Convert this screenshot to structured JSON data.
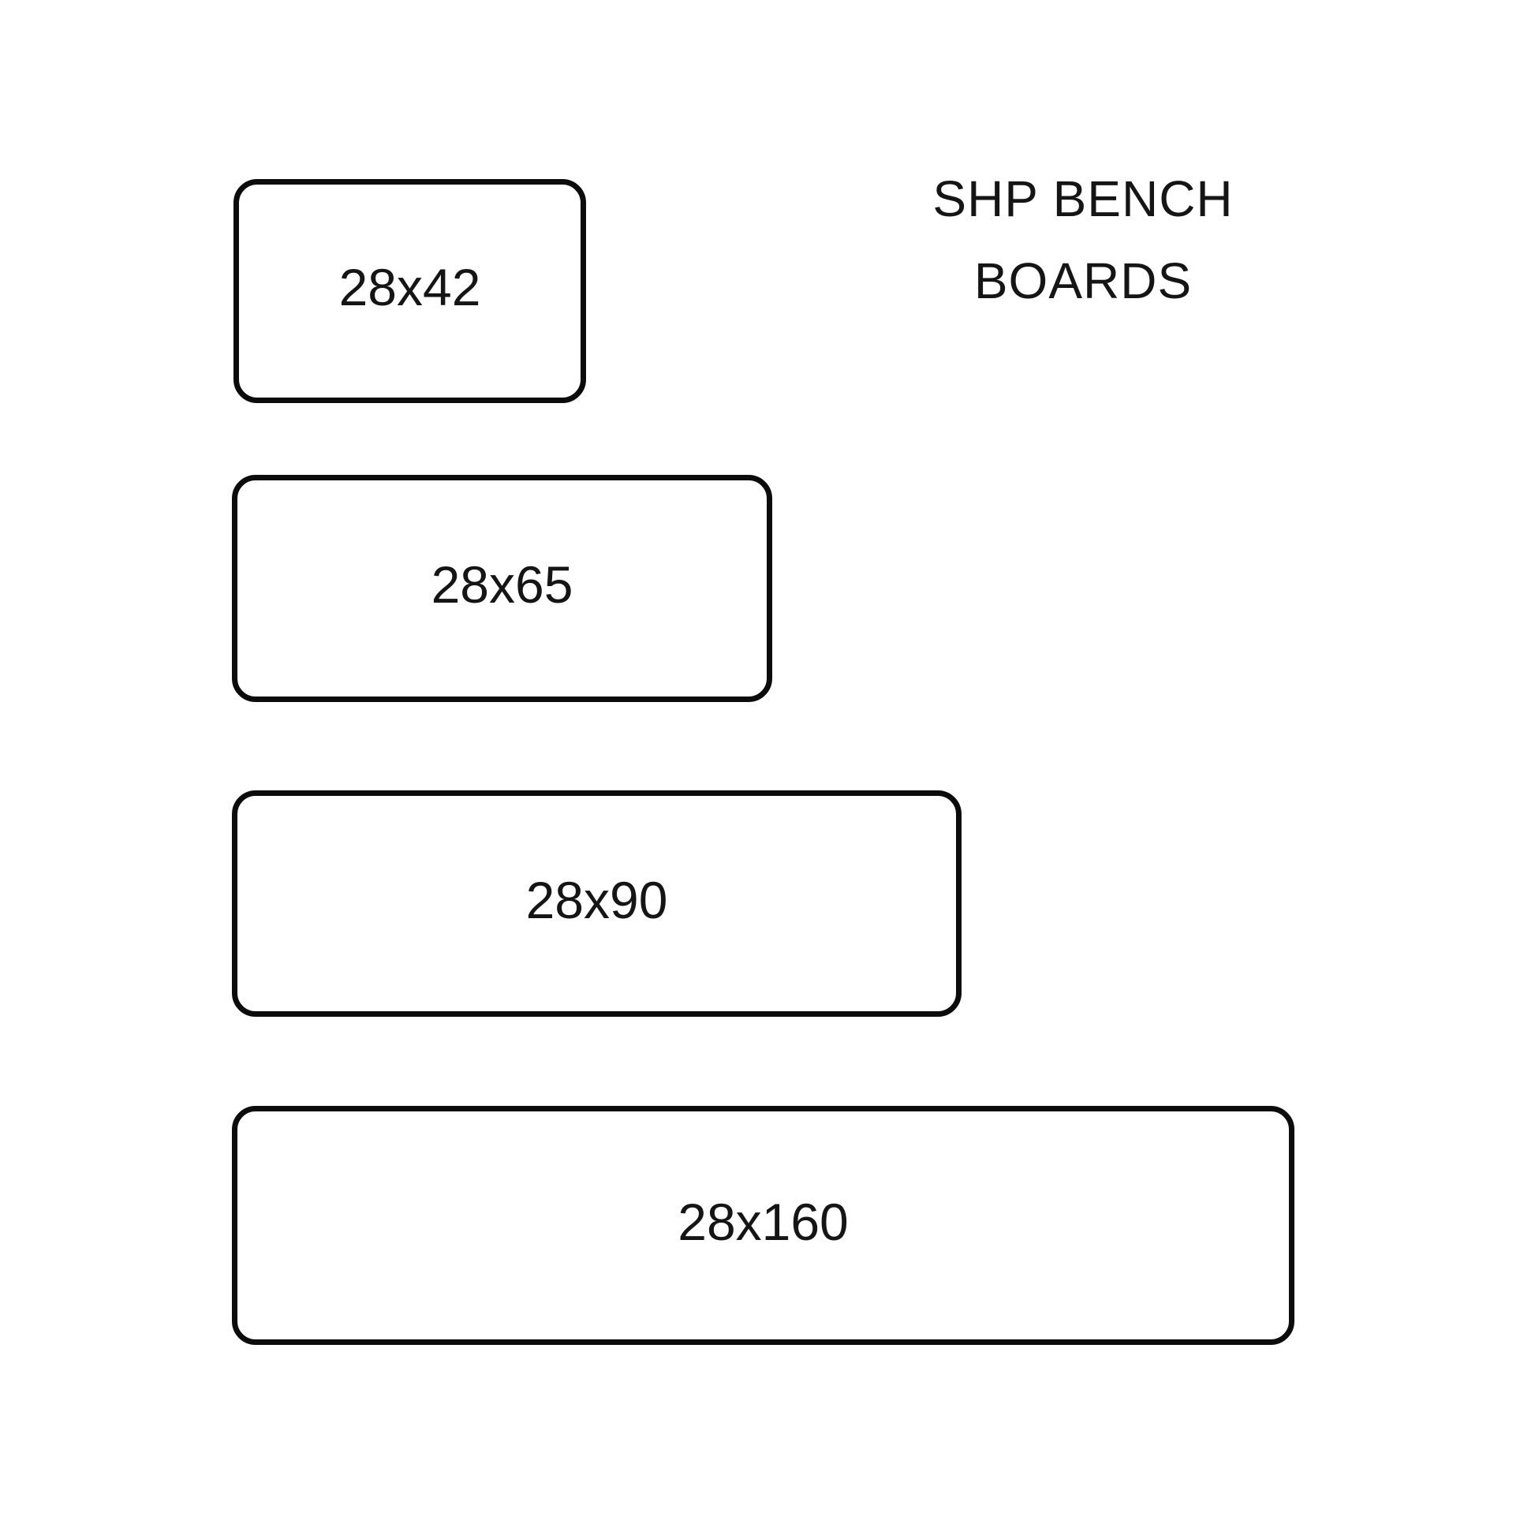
{
  "title": {
    "line1": "SHP BENCH",
    "line2": "BOARDS"
  },
  "boards": [
    {
      "label": "28x42",
      "thickness_mm": 28,
      "width_mm": 42
    },
    {
      "label": "28x65",
      "thickness_mm": 28,
      "width_mm": 65
    },
    {
      "label": "28x90",
      "thickness_mm": 28,
      "width_mm": 90
    },
    {
      "label": "28x160",
      "thickness_mm": 28,
      "width_mm": 160
    }
  ],
  "colors": {
    "background": "#ffffff",
    "outline": "#0c0c0c",
    "text": "#151515"
  }
}
